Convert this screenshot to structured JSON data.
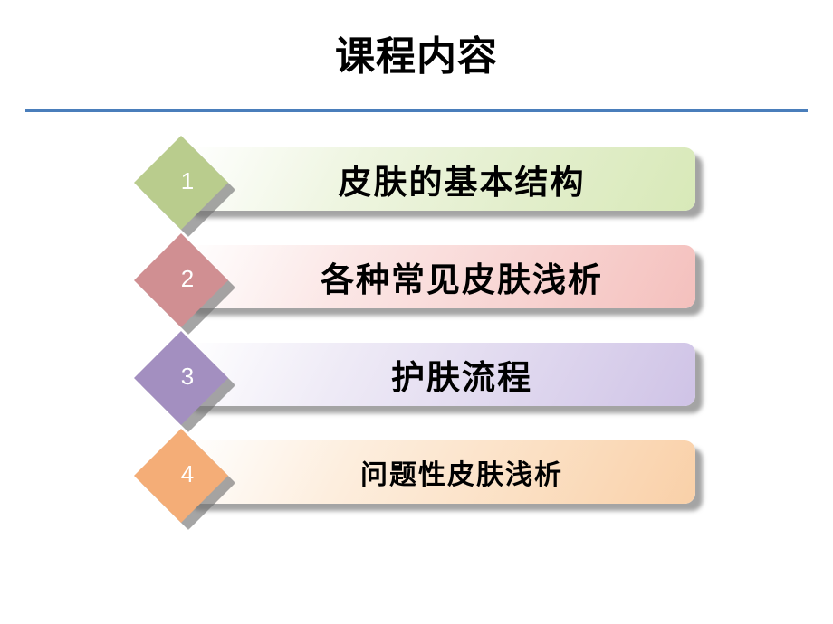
{
  "slide": {
    "title": "课程内容",
    "divider_color": "#4a7ebb",
    "background": "#ffffff"
  },
  "agenda": {
    "items": [
      {
        "number": "1",
        "label": "皮肤的基本结构",
        "diamond_color": "#b9cc8d",
        "banner_color": "#dfecc5",
        "text_size": "large"
      },
      {
        "number": "2",
        "label": "各种常见皮肤浅析",
        "diamond_color": "#d08f92",
        "banner_color": "#f6c6c4",
        "text_size": "large"
      },
      {
        "number": "3",
        "label": "护肤流程",
        "diamond_color": "#a38fc0",
        "banner_color": "#d4c8e8",
        "text_size": "large"
      },
      {
        "number": "4",
        "label": "问题性皮肤浅析",
        "diamond_color": "#f4ad77",
        "banner_color": "#fbd8b0",
        "text_size": "small"
      }
    ]
  }
}
